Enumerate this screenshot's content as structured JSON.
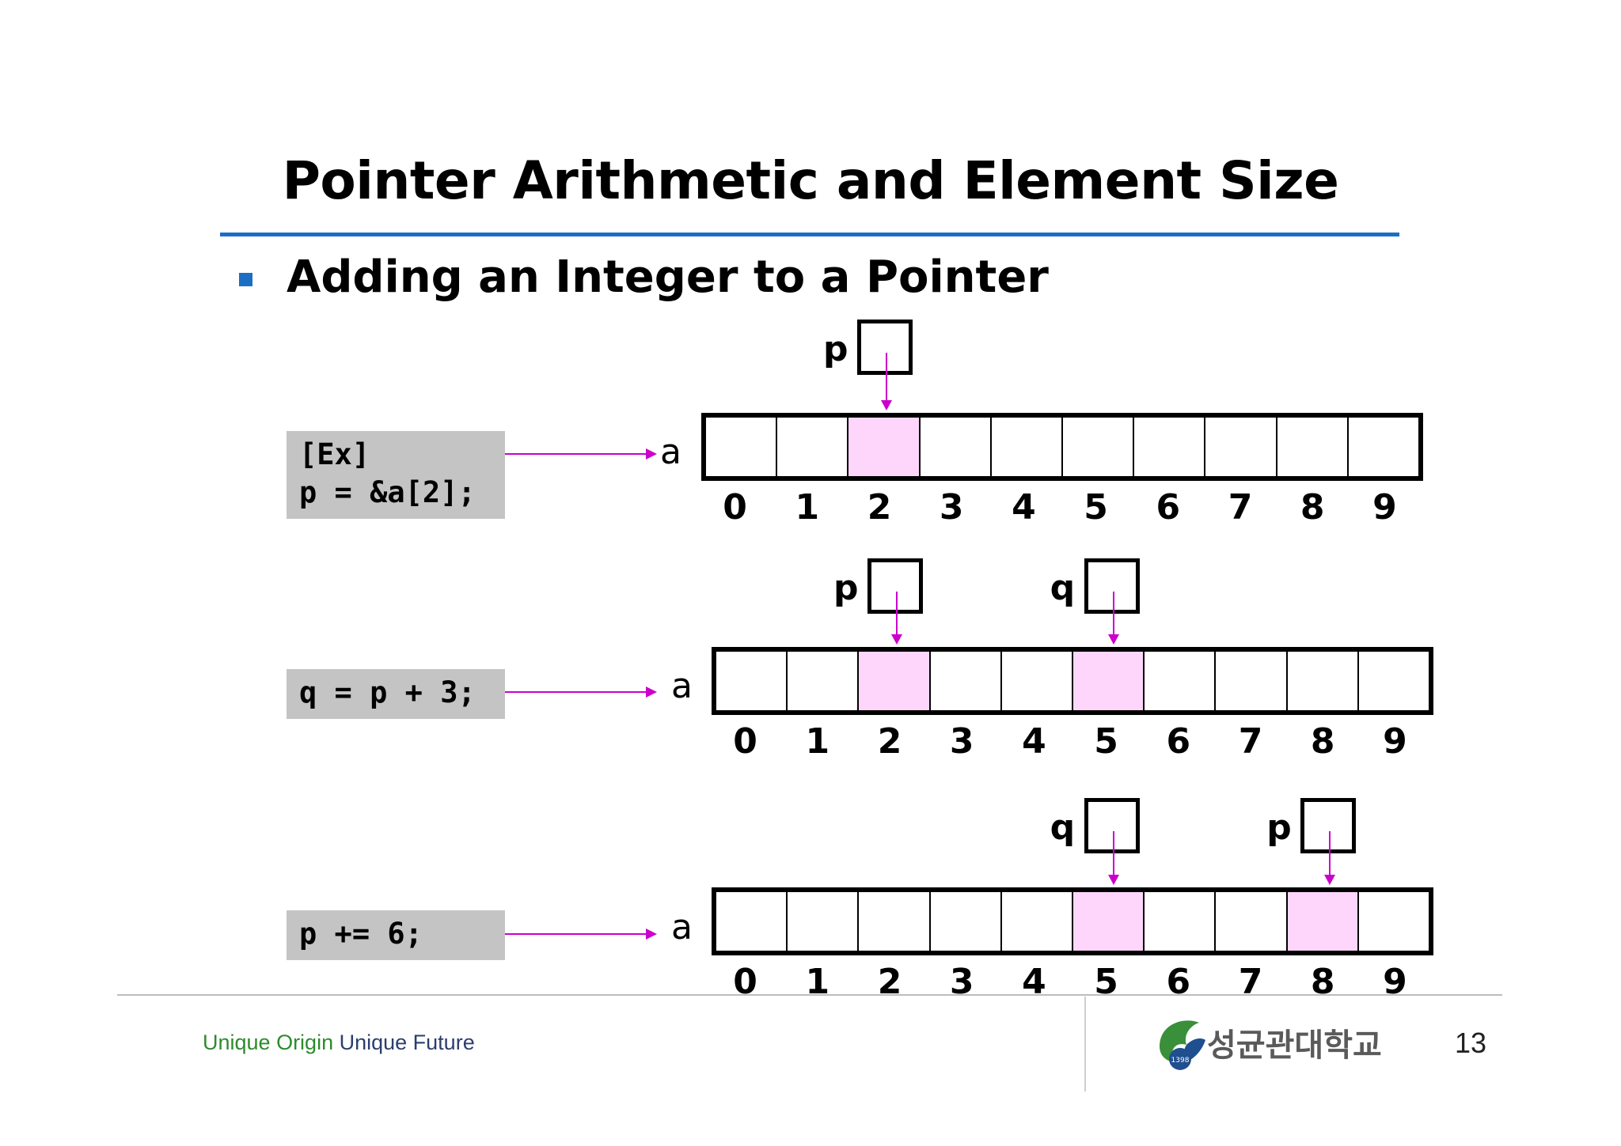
{
  "slide": {
    "title": "Pointer Arithmetic and Element Size",
    "subtitle": "Adding an Integer to a Pointer",
    "page_number": "13"
  },
  "footer": {
    "tagline_part1": "Unique Origin",
    "tagline_part2": "Unique Future",
    "logo_text": "성균관대학교",
    "logo_seal_text": "1398"
  },
  "examples": [
    {
      "code_lines": [
        "[Ex]",
        "p = &a[2];"
      ],
      "array_name": "a",
      "indices": [
        "0",
        "1",
        "2",
        "3",
        "4",
        "5",
        "6",
        "7",
        "8",
        "9"
      ],
      "pointers": [
        {
          "name": "p",
          "target_index": 2
        }
      ],
      "highlighted": [
        2
      ]
    },
    {
      "code_lines": [
        "q = p + 3;"
      ],
      "array_name": "a",
      "indices": [
        "0",
        "1",
        "2",
        "3",
        "4",
        "5",
        "6",
        "7",
        "8",
        "9"
      ],
      "pointers": [
        {
          "name": "p",
          "target_index": 2
        },
        {
          "name": "q",
          "target_index": 5
        }
      ],
      "highlighted": [
        2,
        5
      ]
    },
    {
      "code_lines": [
        "p += 6;"
      ],
      "array_name": "a",
      "indices": [
        "0",
        "1",
        "2",
        "3",
        "4",
        "5",
        "6",
        "7",
        "8",
        "9"
      ],
      "pointers": [
        {
          "name": "q",
          "target_index": 5
        },
        {
          "name": "p",
          "target_index": 8
        }
      ],
      "highlighted": [
        5,
        8
      ]
    }
  ],
  "colors": {
    "accent": "#1a6fc4",
    "highlight_cell": "#ffd6fb",
    "arrow": "#cc00cc",
    "code_box": "#c4c4c4"
  }
}
